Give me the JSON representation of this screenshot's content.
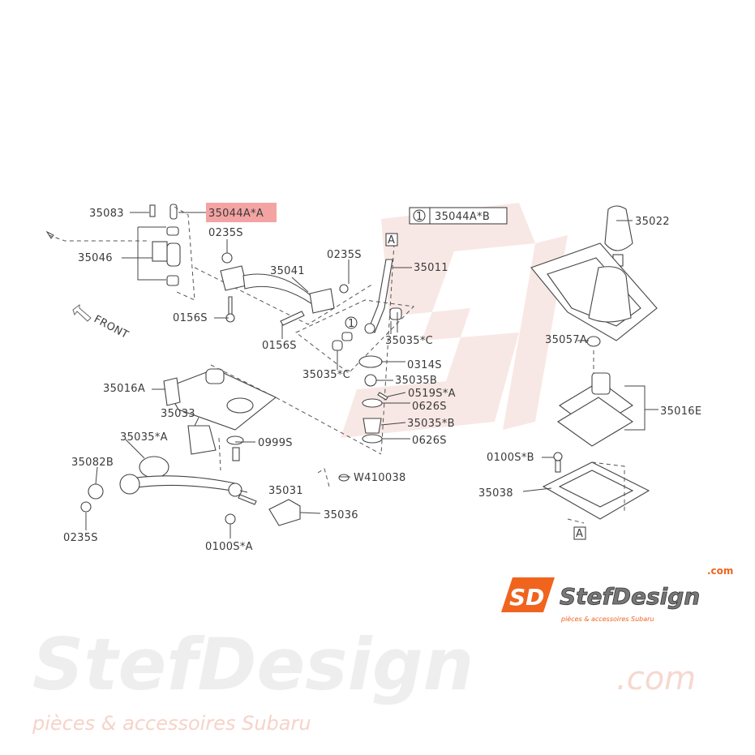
{
  "diagram": {
    "title_note": "35044A*B",
    "circled_ref": "1",
    "section_ref": "A",
    "front_label": "FRONT",
    "highlight_color": "#f4a3a3",
    "labels": [
      "35083",
      "35044A*A",
      "0235S",
      "35046",
      "35041",
      "0235S",
      "35011",
      "35022",
      "0156S",
      "0156S",
      "35035*C",
      "35035*C",
      "0314S",
      "35035B",
      "0519S*A",
      "0626S",
      "35035*B",
      "0626S",
      "35057A",
      "35016E",
      "35016A",
      "35033",
      "35035*A",
      "0999S",
      "35082B",
      "W410038",
      "35031",
      "35036",
      "0235S",
      "0100S*A",
      "0100S*B",
      "35038"
    ]
  },
  "watermark": {
    "brand": "StefDesign",
    "domain": ".com",
    "tagline": "pièces & accessoires Subaru"
  },
  "logo": {
    "mark": "SD",
    "brand": "StefDesign",
    "domain": ".com",
    "tagline": "pièces & accessoires Subaru",
    "accent": "#f0641e"
  }
}
